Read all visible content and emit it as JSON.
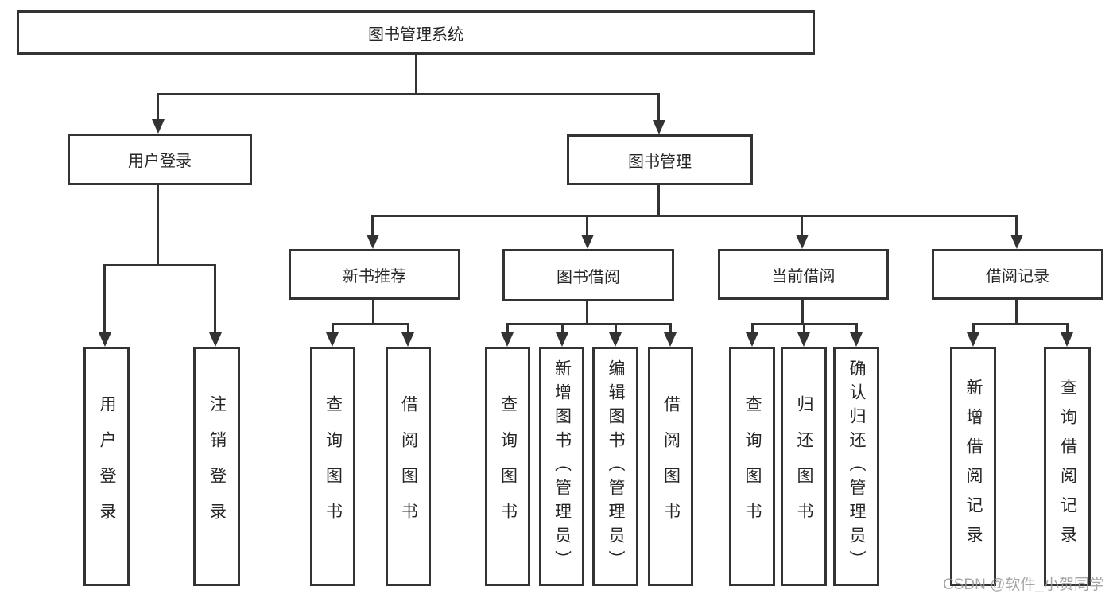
{
  "tree": {
    "root": "图书管理系统",
    "branches": [
      {
        "label": "用户登录",
        "children": [
          {
            "label": "用户登录"
          },
          {
            "label": "注销登录"
          }
        ]
      },
      {
        "label": "图书管理",
        "children": [
          {
            "label": "新书推荐",
            "children": [
              {
                "label": "查询图书"
              },
              {
                "label": "借阅图书"
              }
            ]
          },
          {
            "label": "图书借阅",
            "children": [
              {
                "label": "查询图书"
              },
              {
                "label": "新增图书（管理员）"
              },
              {
                "label": "编辑图书（管理员）"
              },
              {
                "label": "借阅图书"
              }
            ]
          },
          {
            "label": "当前借阅",
            "children": [
              {
                "label": "查询图书"
              },
              {
                "label": "归还图书"
              },
              {
                "label": "确认归还（管理员）"
              }
            ]
          },
          {
            "label": "借阅记录",
            "children": [
              {
                "label": "新增借阅记录"
              },
              {
                "label": "查询借阅记录"
              }
            ]
          }
        ]
      }
    ]
  },
  "watermark": {
    "text": "CSDN @软件_小贺同学"
  },
  "colors": {
    "line": "#333333",
    "text": "#262626",
    "watermark": "#969696",
    "background": "#ffffff"
  }
}
